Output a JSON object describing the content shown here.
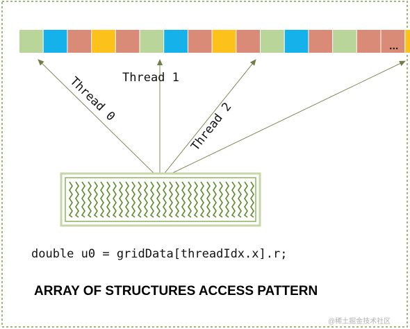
{
  "diagram": {
    "array_cells": [
      "green",
      "blue",
      "red",
      "yellow",
      "red",
      "green",
      "blue",
      "red",
      "yellow",
      "red",
      "green",
      "blue",
      "red",
      "green",
      "red",
      "red",
      "yellow",
      "red"
    ],
    "ellipsis": "...",
    "thread_labels": [
      "Thread 0",
      "Thread 1",
      "Thread 2"
    ],
    "code_line": "double u0 = gridData[threadIdx.x].r;",
    "caption": "ARRAY OF STRUCTURES ACCESS PATTERN",
    "watermark": "@稀土掘金技术社区"
  },
  "colors": {
    "green": "#b9d59a",
    "blue": "#14b1ea",
    "red": "#d98b77",
    "yellow": "#fcc21b",
    "frame": "#7da04a",
    "arrow": "#7f8a5a",
    "zigzag": "#5d8a2a"
  }
}
